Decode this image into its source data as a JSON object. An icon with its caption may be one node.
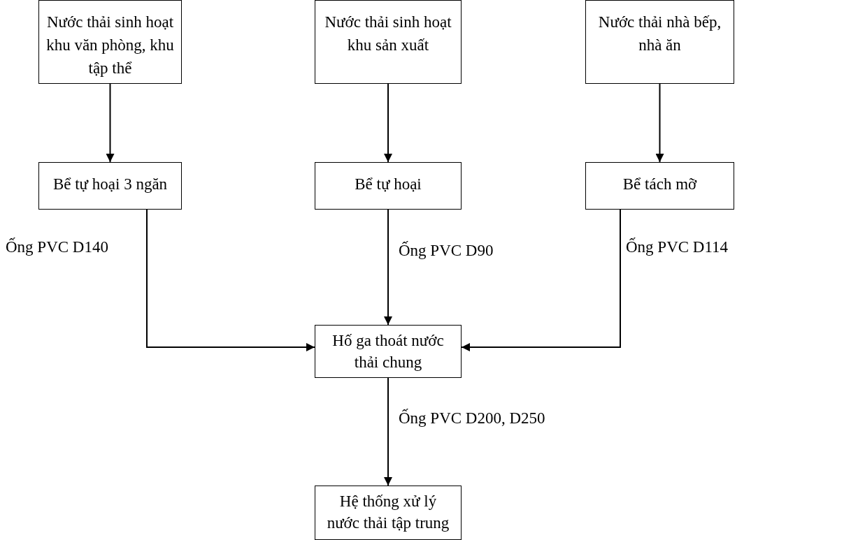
{
  "diagram": {
    "nodes": [
      {
        "text": [
          "Nước thải sinh hoạt khu văn phòng, khu tập thể"
        ]
      },
      {
        "text": [
          "Nước thải sinh hoạt khu sản xuất"
        ]
      },
      {
        "text": [
          "Nước thải nhà bếp, nhà ăn"
        ]
      },
      {
        "text": [
          "Bể tự hoại 3 ngăn"
        ]
      },
      {
        "text": [
          "Bể tự hoại"
        ]
      },
      {
        "text": [
          "Bể tách mỡ"
        ]
      },
      {
        "text": [
          "Hố ga thoát nước thải chung"
        ]
      },
      {
        "text": [
          "Hệ thống xử lý nước thải tập trung"
        ]
      }
    ],
    "edges": [
      {
        "from": 0,
        "to": 3,
        "arrow": "to"
      },
      {
        "from": 1,
        "to": 4,
        "arrow": "to"
      },
      {
        "from": 2,
        "to": 5,
        "arrow": "to"
      },
      {
        "from": 3,
        "to": 6,
        "arrow": "to",
        "label": "Ống PVC D140"
      },
      {
        "from": 4,
        "to": 6,
        "arrow": "to",
        "label": "Ống PVC D90"
      },
      {
        "from": 5,
        "to": 6,
        "arrow": "to",
        "label": "Ống PVC D114"
      },
      {
        "from": 6,
        "to": 7,
        "arrow": "to",
        "label": "Ống PVC D200, D250"
      }
    ]
  }
}
